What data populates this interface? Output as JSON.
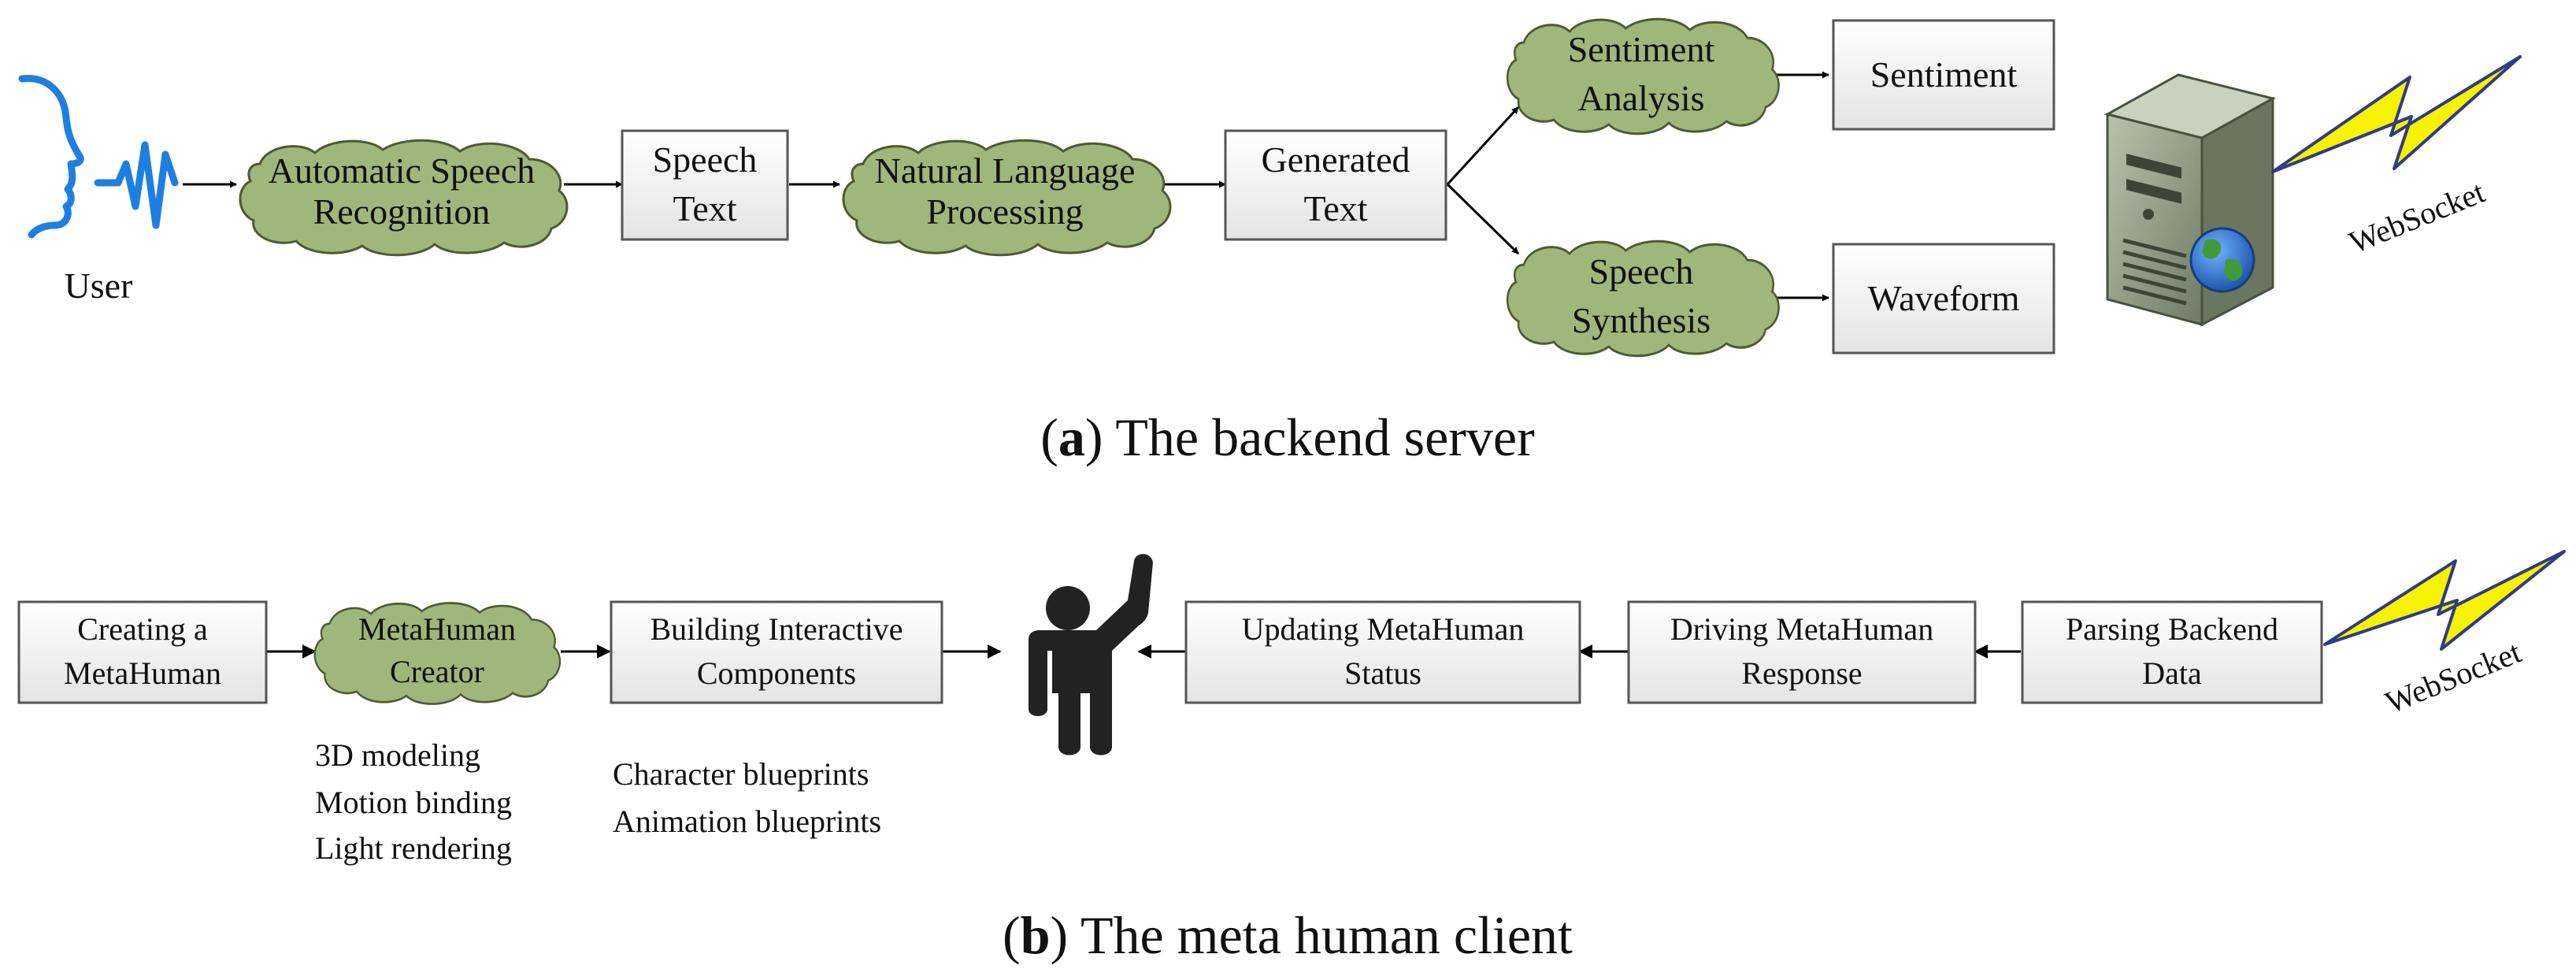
{
  "panel_a": {
    "user_label": "User",
    "asr": {
      "line1": "Automatic Speech",
      "line2": "Recognition"
    },
    "speech_text": {
      "line1": "Speech",
      "line2": "Text"
    },
    "nlp": {
      "line1": "Natural Language",
      "line2": "Processing"
    },
    "generated_text": {
      "line1": "Generated",
      "line2": "Text"
    },
    "sentiment_analysis": {
      "line1": "Sentiment",
      "line2": "Analysis"
    },
    "speech_synthesis": {
      "line1": "Speech",
      "line2": "Synthesis"
    },
    "sentiment": "Sentiment",
    "waveform": "Waveform",
    "websocket": "WebSocket",
    "caption_letter": "a",
    "caption_text": "The backend server"
  },
  "panel_b": {
    "creating": {
      "line1": "Creating a",
      "line2": "MetaHuman"
    },
    "creator": {
      "line1": "MetaHuman",
      "line2": "Creator"
    },
    "building": {
      "line1": "Building Interactive",
      "line2": "Components"
    },
    "updating": {
      "line1": "Updating MetaHuman",
      "line2": "Status"
    },
    "driving": {
      "line1": "Driving MetaHuman",
      "line2": "Response"
    },
    "parsing": {
      "line1": "Parsing Backend",
      "line2": "Data"
    },
    "creator_notes": [
      "3D modeling",
      "Motion binding",
      "Light rendering"
    ],
    "building_notes": [
      "Character blueprints",
      "Animation blueprints"
    ],
    "websocket": "WebSocket",
    "caption_letter": "b",
    "caption_text": "The meta human client"
  },
  "colors": {
    "cloud_fill": "#9fb77b",
    "cloud_stroke": "#4d5a34",
    "box_fill_top": "#ffffff",
    "box_fill_bottom": "#e4e4e4",
    "user_wave": "#1e7fe0",
    "lightning_fill": "#f6f200",
    "server_body": "#8f9c86",
    "human_icon": "#222222",
    "globe": "#2a6fd0"
  },
  "icons": [
    "user-speaking-icon",
    "server-icon",
    "globe-icon",
    "lightning-icon",
    "person-waving-icon"
  ]
}
